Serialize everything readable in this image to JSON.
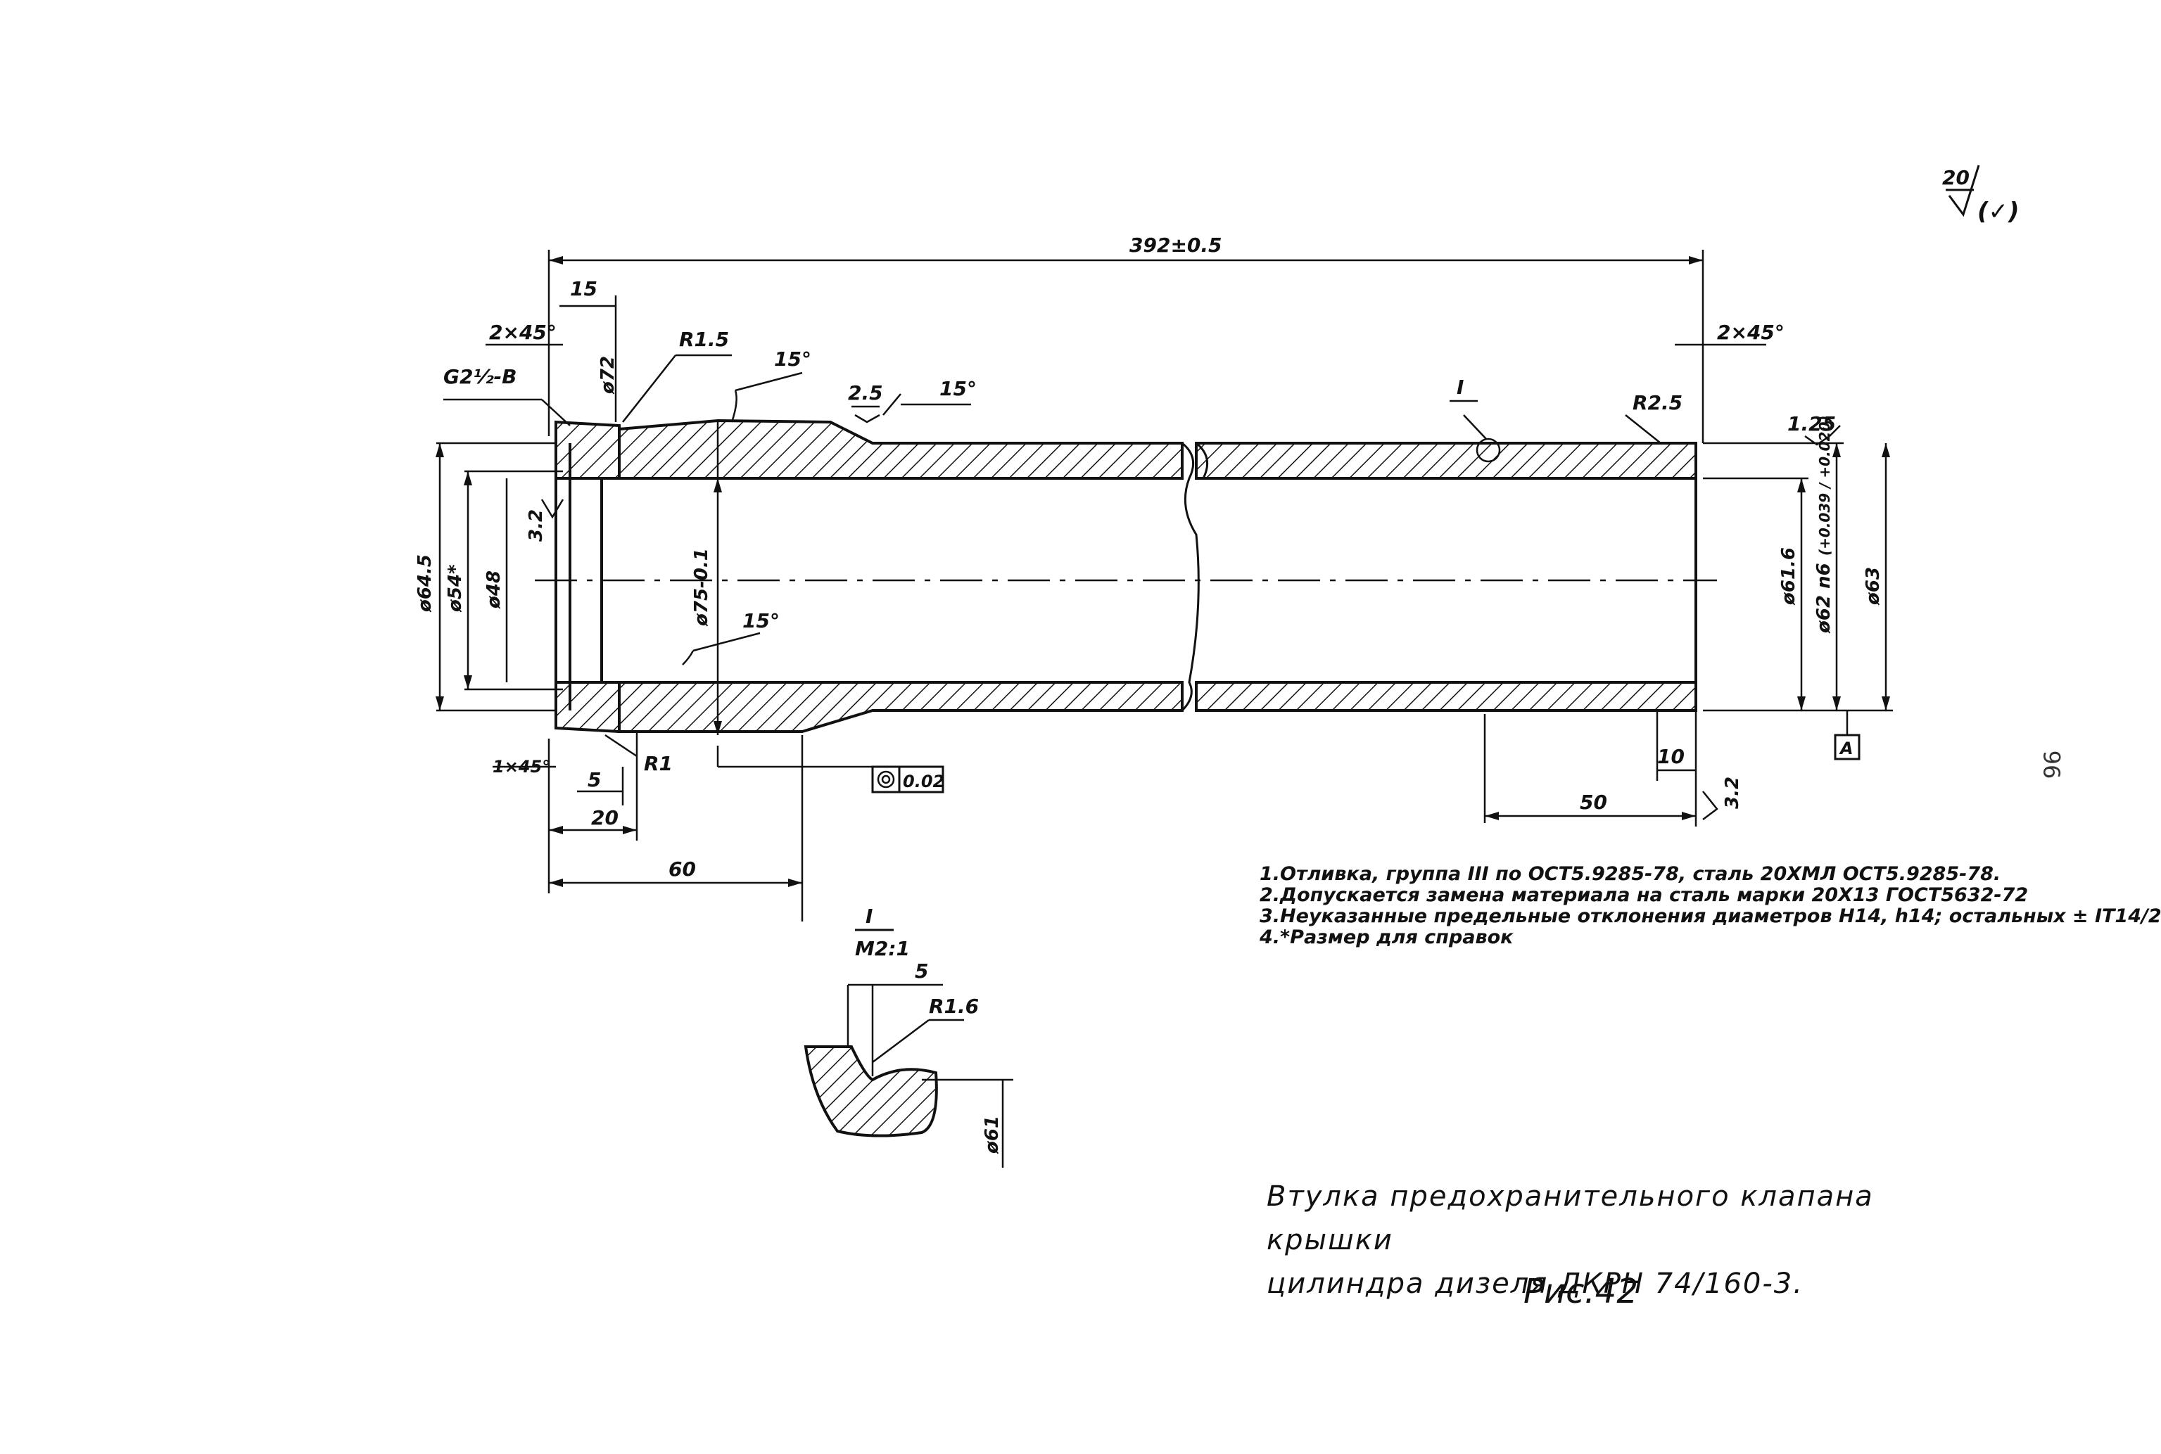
{
  "drawing": {
    "roughness_symbol": {
      "value": "20",
      "extra": "(✓)"
    },
    "dimensions": {
      "overall_length": "392±0.5",
      "flange_15": "15",
      "chamfer_left_top": "2×45°",
      "thread": "G2½-B",
      "dia_72": "ø72",
      "radius_r15": "R1.5",
      "angle_top_1": "15°",
      "roughness_25": "2.5",
      "angle_top_2": "15°",
      "detail_mark": "I",
      "radius_r25": "R2.5",
      "chamfer_right_top": "2×45°",
      "roughness_125": "1.25",
      "dia_645": "ø64.5",
      "dia_54": "ø54*",
      "dia_48": "ø48",
      "roughness_32_left": "3.2",
      "dia_75": "ø75-0.1",
      "angle_bottom": "15°",
      "dia_616": "ø61.6",
      "dia_62": "ø62 n6",
      "dia_62_tol": "(+0.039 / +0.020)",
      "dia_63": "ø63",
      "chamfer_left_bottom": "1×45°",
      "radius_r1": "R1",
      "len_5": "5",
      "len_20": "20",
      "len_60": "60",
      "runout": "0.02",
      "len_10": "10",
      "len_50": "50",
      "roughness_32_bottom": "3.2",
      "datum_a": "A"
    },
    "detail": {
      "label": "I",
      "scale": "M2:1",
      "len_5": "5",
      "radius": "R1.6",
      "dia": "ø61"
    }
  },
  "notes": [
    "1.Отливка, группа III по ОСТ5.9285-78, сталь 20ХМЛ ОСТ5.9285-78.",
    "2.Допускается замена материала на сталь марки 20Х13 ГОСТ5632-72",
    "3.Неуказанные предельные отклонения диаметров H14, h14; остальных ± IT14/2.",
    "4.*Размер для справок"
  ],
  "title": {
    "line1": "Втулка предохранительного клапана крышки",
    "line2": "цилиндра дизеля ДКРН 74/160-3."
  },
  "figure_label": "Рис.42",
  "page_number": "96"
}
